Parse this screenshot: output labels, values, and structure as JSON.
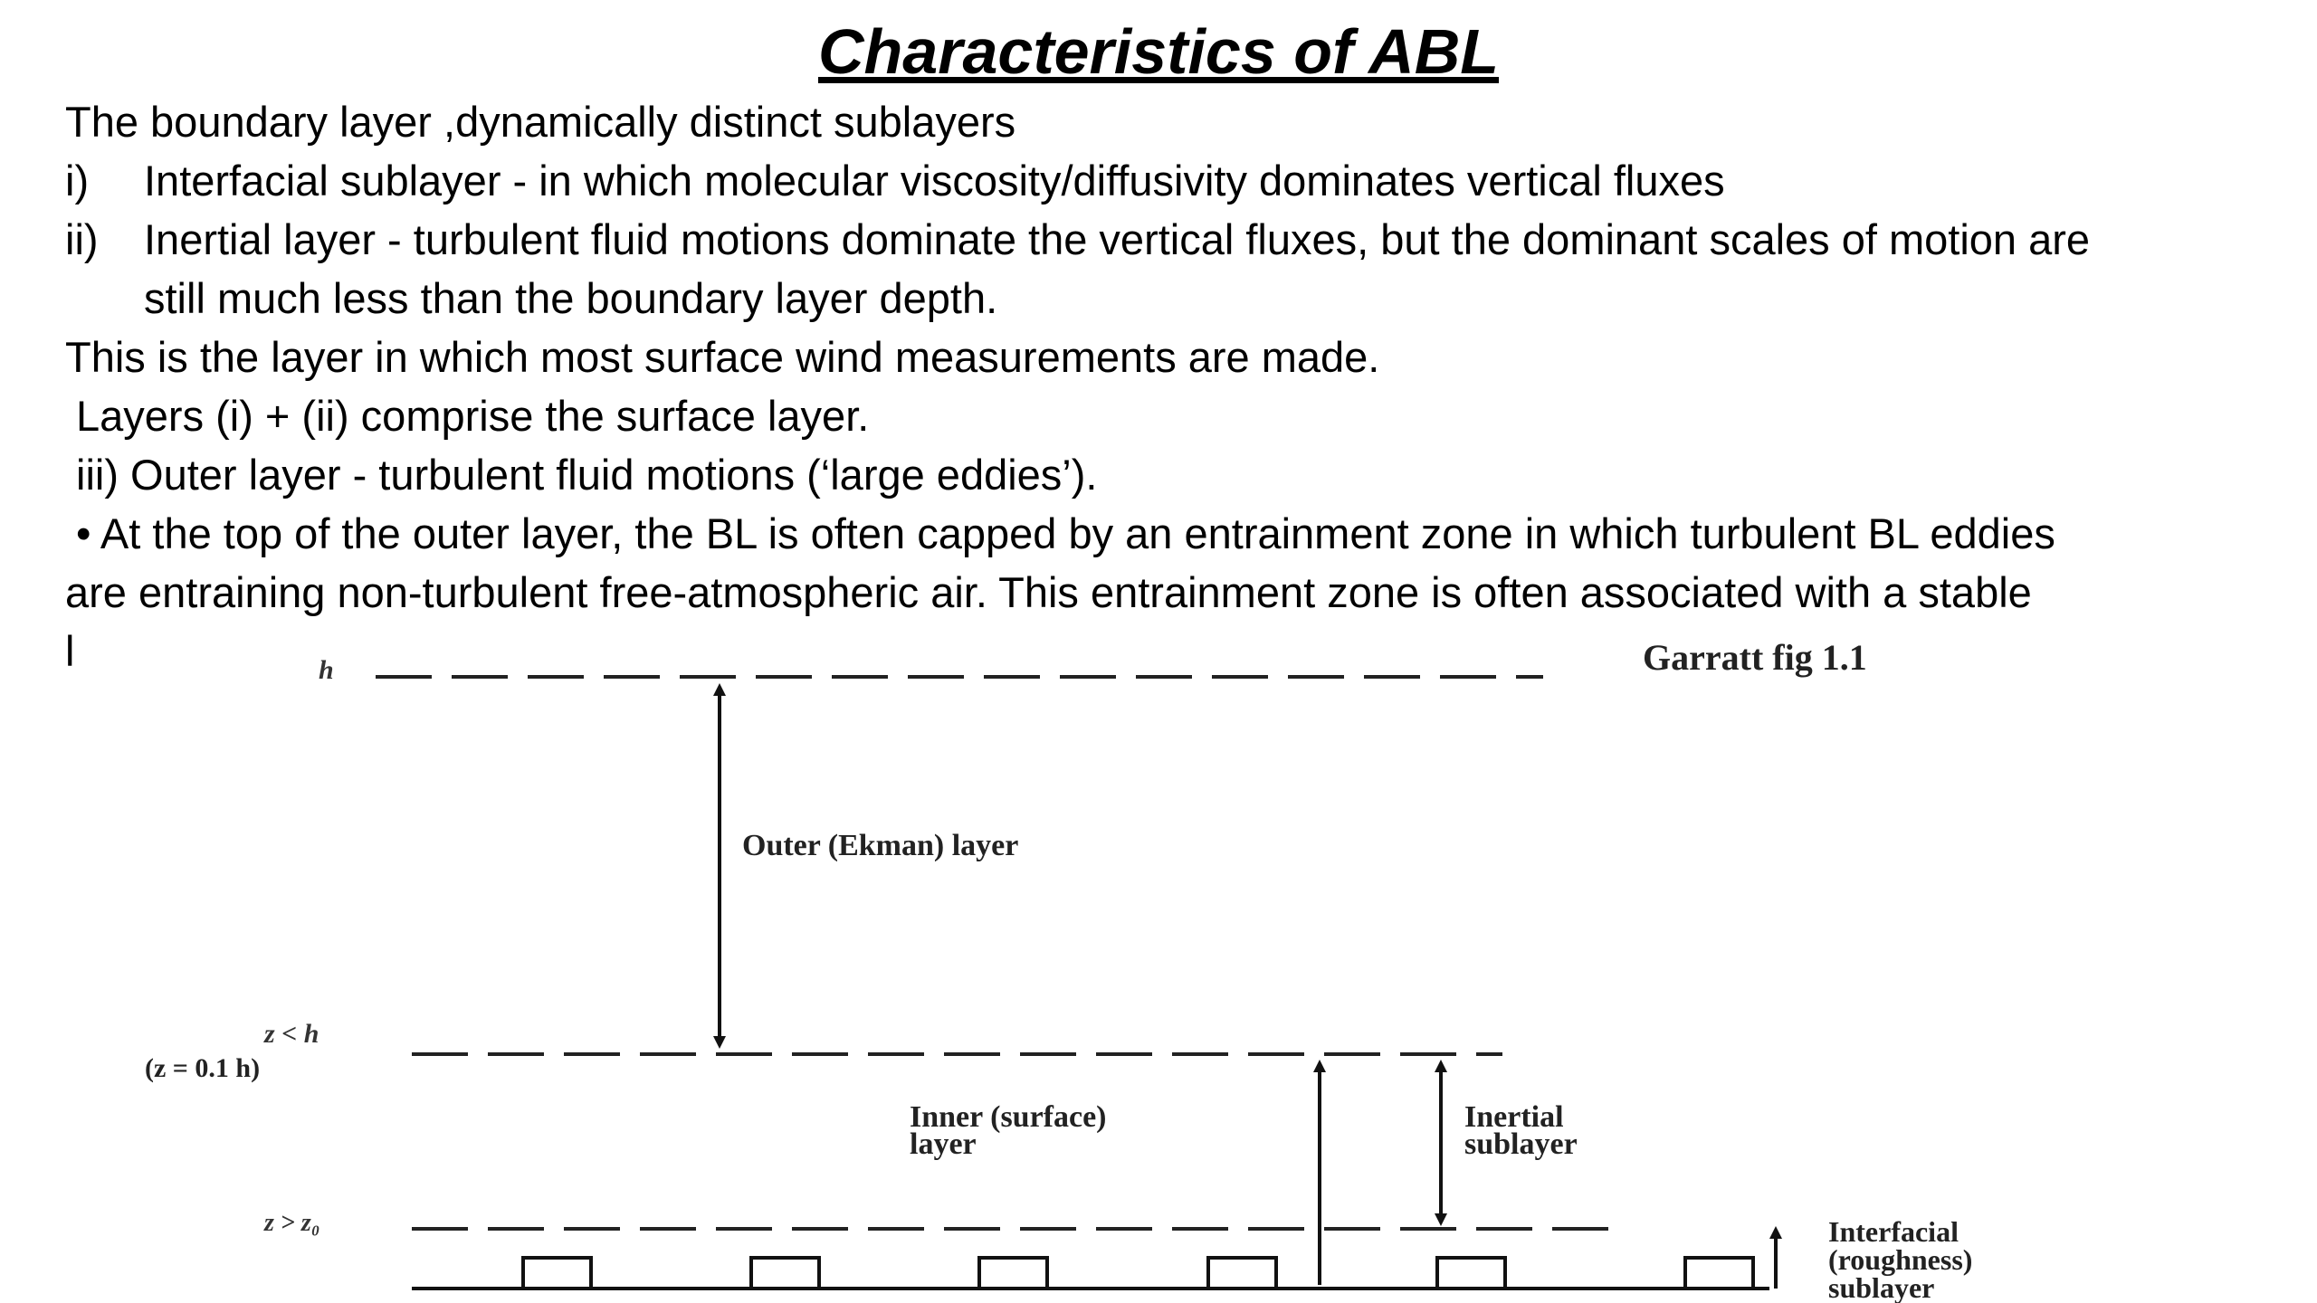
{
  "slide": {
    "title": "Characteristics of ABL",
    "lines": {
      "intro": "The boundary layer ,dynamically distinct sublayers",
      "item1_num": "i)",
      "item1_text": "Interfacial sublayer - in which molecular viscosity/diffusivity dominates vertical fluxes",
      "item2_num": "ii)",
      "item2_text": "Inertial layer - turbulent fluid motions dominate the vertical fluxes, but the dominant scales of motion are",
      "item2_cont": "still much less than the boundary layer depth.",
      "line5": "This is the layer in which most surface wind measurements are made.",
      "line6": "Layers (i) + (ii) comprise the surface layer.",
      "line7": "iii) Outer layer - turbulent fluid motions  (‘large eddies’).",
      "line8": "• At the top of the outer layer, the BL is often capped by an entrainment zone in which turbulent BL eddies",
      "line9": "are entraining non-turbulent free-atmospheric air. This entrainment zone is often associated with a stable",
      "line10": "l"
    }
  },
  "figure": {
    "caption": "Garratt fig 1.1",
    "label_h": "h",
    "label_z_lt_h": "z < h",
    "label_z_eq": "(z = 0.1 h)",
    "label_z_gt_z0": "z > z₀",
    "outer_layer": "Outer (Ekman) layer",
    "inner_layer_1": "Inner (surface)",
    "inner_layer_2": "layer",
    "inertial_1": "Inertial",
    "inertial_2": "sublayer",
    "interfacial_1": "Interfacial",
    "interfacial_2": "(roughness)",
    "interfacial_3": "sublayer"
  }
}
